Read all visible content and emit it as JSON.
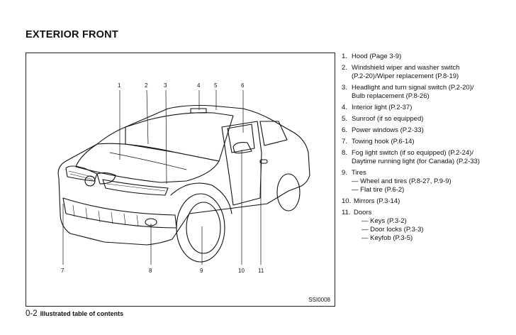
{
  "page": {
    "title": "EXTERIOR FRONT",
    "footer": {
      "page_number": "0-2",
      "section": "Illustrated table of contents"
    }
  },
  "figure": {
    "code": "SSI0008",
    "callouts": [
      "1",
      "2",
      "3",
      "4",
      "5",
      "6",
      "7",
      "8",
      "9",
      "10",
      "11"
    ]
  },
  "parts": [
    {
      "num": "1.",
      "lines": [
        "Hood (Page 3-9)"
      ],
      "subs": []
    },
    {
      "num": "2.",
      "lines": [
        "Windshield wiper and washer switch",
        "(P.2-20)/Wiper replacement (P.8-19)"
      ],
      "subs": []
    },
    {
      "num": "3.",
      "lines": [
        "Headlight and turn signal switch (P.2-20)/",
        "Bulb replacement (P.8-26)"
      ],
      "subs": []
    },
    {
      "num": "4.",
      "lines": [
        "Interior light (P.2-37)"
      ],
      "subs": []
    },
    {
      "num": "5.",
      "lines": [
        "Sunroof (if so equipped)"
      ],
      "subs": []
    },
    {
      "num": "6.",
      "lines": [
        "Power windows (P.2-33)"
      ],
      "subs": []
    },
    {
      "num": "7.",
      "lines": [
        "Towing hook (P.6-14)"
      ],
      "subs": []
    },
    {
      "num": "8.",
      "lines": [
        "Fog light switch (if so equipped) (P.2-24)/",
        "Daytime running light (for Canada) (P.2-33)"
      ],
      "subs": []
    },
    {
      "num": "9.",
      "lines": [
        "Tires"
      ],
      "subs": [
        "— Wheel and tires (P.8-27, P.9-9)",
        "— Flat tire (P.6-2)"
      ]
    },
    {
      "num": "10.",
      "lines": [
        "Mirrors (P.3-14)"
      ],
      "subs": []
    },
    {
      "num": "11.",
      "lines": [
        "Doors"
      ],
      "subs": [
        "— Keys (P.3-2)",
        "— Door locks (P.3-3)",
        "— Keyfob (P.3-5)"
      ]
    }
  ]
}
